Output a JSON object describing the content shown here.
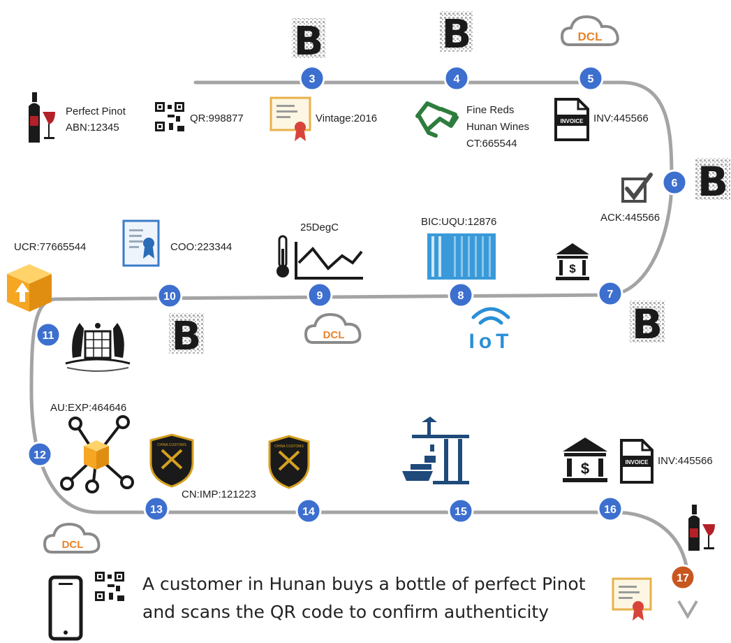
{
  "steps": [
    "3",
    "4",
    "5",
    "6",
    "7",
    "8",
    "9",
    "10",
    "11",
    "12",
    "13",
    "14",
    "15",
    "16",
    "17"
  ],
  "labels": {
    "perfect_pinot": "Perfect Pinot",
    "abn": "ABN:12345",
    "qr": "QR:998877",
    "vintage": "Vintage:2016",
    "fine_reds": "Fine Reds",
    "hunan_wines": "Hunan Wines",
    "ct": "CT:665544",
    "inv_top": "INV:445566",
    "ack": "ACK:445566",
    "bic": "BIC:UQU:12876",
    "temp": "25DegC",
    "coo": "COO:223344",
    "ucr": "UCR:77665544",
    "au_exp": "AU:EXP:464646",
    "cn_imp": "CN:IMP:121223",
    "inv_bottom": "INV:445566"
  },
  "badges": {
    "dcl": "DCL",
    "iot": "IoT",
    "invoice": "INVOICE",
    "blockchain": "B",
    "china_customs": "CHINA CUSTOMS"
  },
  "caption": {
    "line1": "A customer in Hunan buys a bottle of perfect Pinot",
    "line2": "and scans the QR code to confirm authenticity"
  },
  "colors": {
    "step_blue": "#3d6fcf",
    "step_final": "#c8561f",
    "path_gray": "#a4a4a4",
    "dcl_orange": "#e8832a",
    "wine_red": "#b32028",
    "box_orange": "#f5a623",
    "container_blue": "#3a9ad9",
    "handshake_green": "#2e7d3e",
    "customs_gold": "#d4a020"
  }
}
